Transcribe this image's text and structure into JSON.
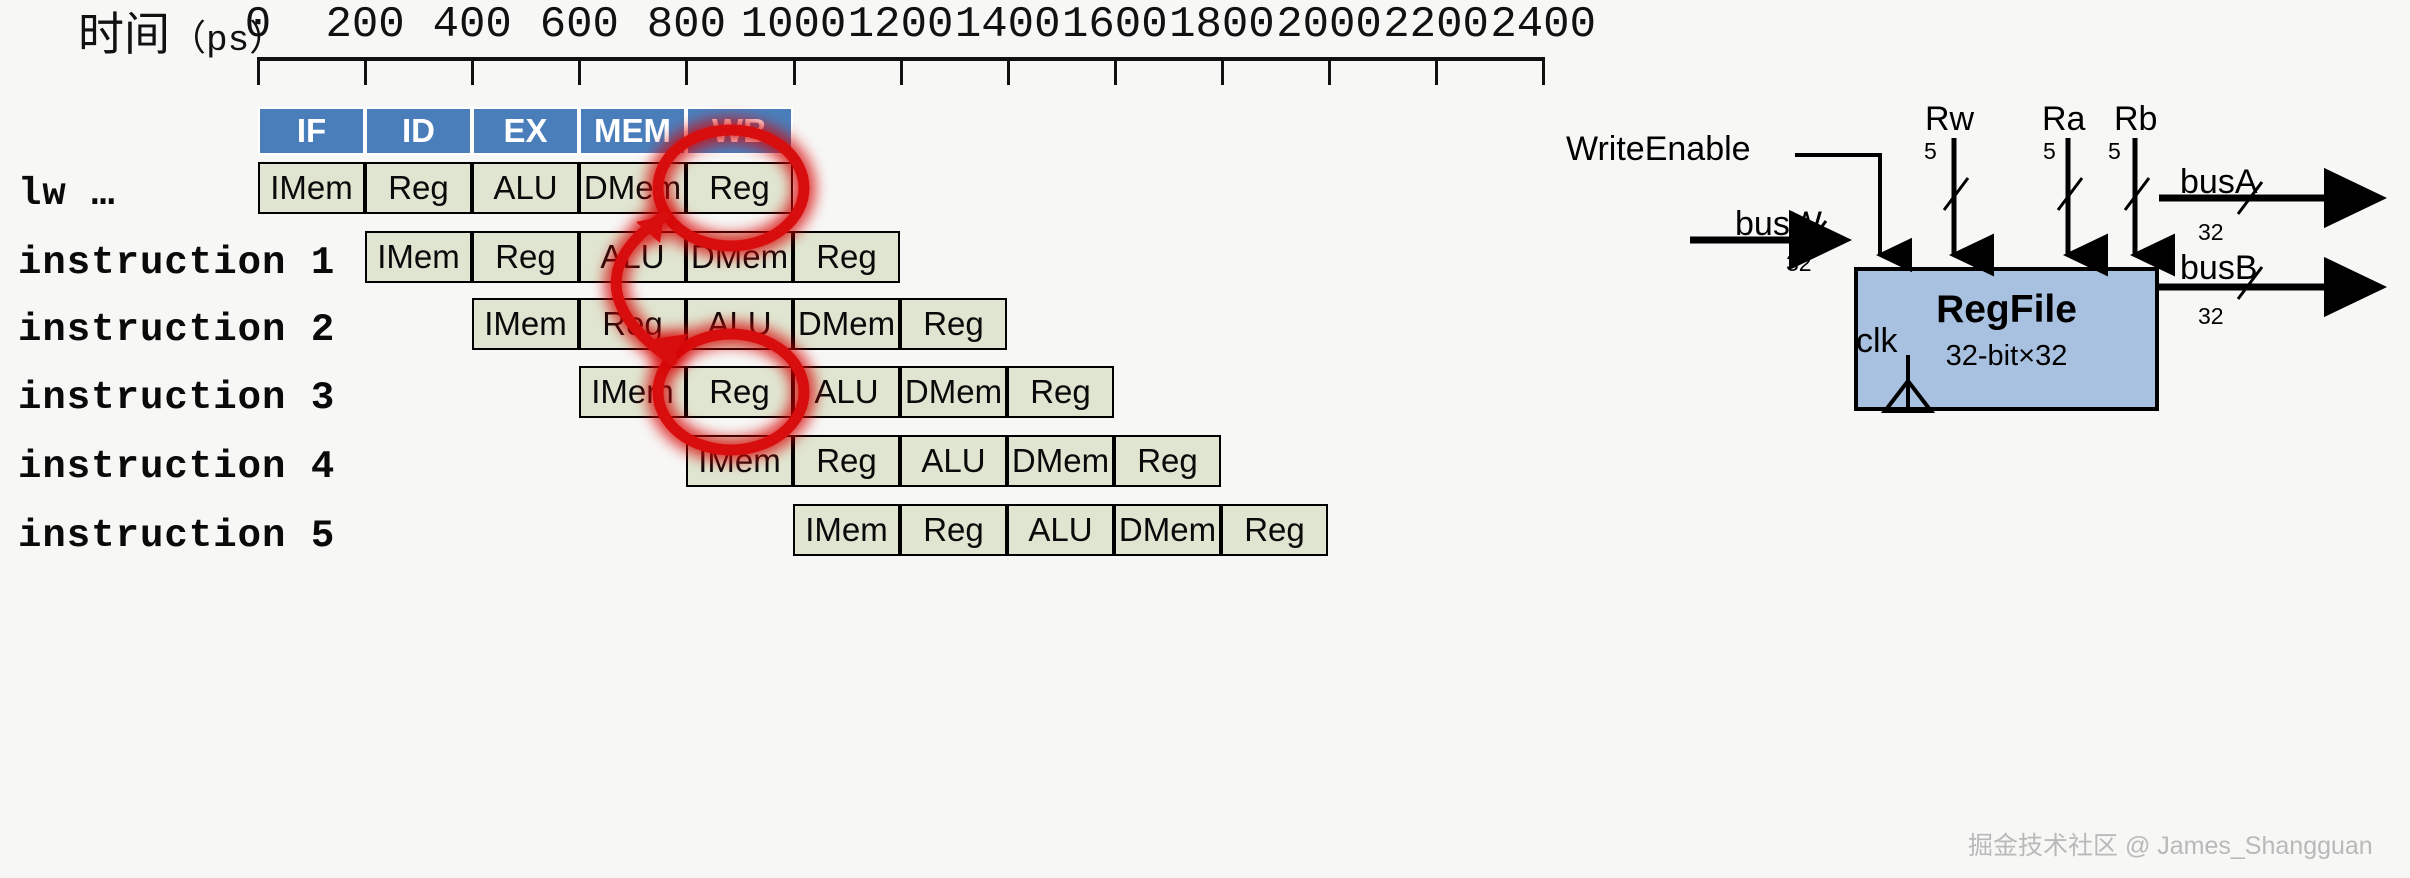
{
  "axis": {
    "title_cn": "时间",
    "title_unit": "（ps）",
    "ticks": [
      0,
      200,
      400,
      600,
      800,
      1000,
      1200,
      1400,
      1600,
      1800,
      2000,
      2200,
      2400
    ]
  },
  "header": {
    "stages": [
      "IF",
      "ID",
      "EX",
      "MEM",
      "WB"
    ]
  },
  "rows": [
    {
      "label": "lw …",
      "cells": [
        "IMem",
        "Reg",
        "ALU",
        "DMem",
        "Reg"
      ]
    },
    {
      "label": "instruction 1",
      "cells": [
        "IMem",
        "Reg",
        "ALU",
        "DMem",
        "Reg"
      ]
    },
    {
      "label": "instruction 2",
      "cells": [
        "IMem",
        "Reg",
        "ALU",
        "DMem",
        "Reg"
      ]
    },
    {
      "label": "instruction 3",
      "cells": [
        "IMem",
        "Reg",
        "ALU",
        "DMem",
        "Reg"
      ]
    },
    {
      "label": "instruction 4",
      "cells": [
        "IMem",
        "Reg",
        "ALU",
        "DMem",
        "Reg"
      ]
    },
    {
      "label": "instruction 5",
      "cells": [
        "IMem",
        "Reg",
        "ALU",
        "DMem",
        "Reg"
      ]
    }
  ],
  "regfile": {
    "title": "RegFile",
    "subtitle": "32-bit×32",
    "write_enable": "WriteEnable",
    "rw": "Rw",
    "ra": "Ra",
    "rb": "Rb",
    "rw_bits": "5",
    "ra_bits": "5",
    "rb_bits": "5",
    "busw": "busW",
    "busw_bits": "32",
    "busa": "busA",
    "busa_bits": "32",
    "busb": "busB",
    "busb_bits": "32",
    "clk": "clk"
  },
  "annotations": {
    "highlight_color": "#d81010",
    "ellipse_wb_reg": "red-ellipse-wb-reg",
    "ellipse_id_reg": "red-ellipse-id-reg",
    "arrow": "red-curved-arrow"
  },
  "watermark": "掘金技术社区 @ James_Shangguan",
  "colors": {
    "header_blue": "#4a7ebb",
    "stage_green": "#dfe5d0",
    "regfile_blue": "#a9c1e0",
    "background": "#f7f7f5",
    "annotation_red": "#d81010"
  }
}
